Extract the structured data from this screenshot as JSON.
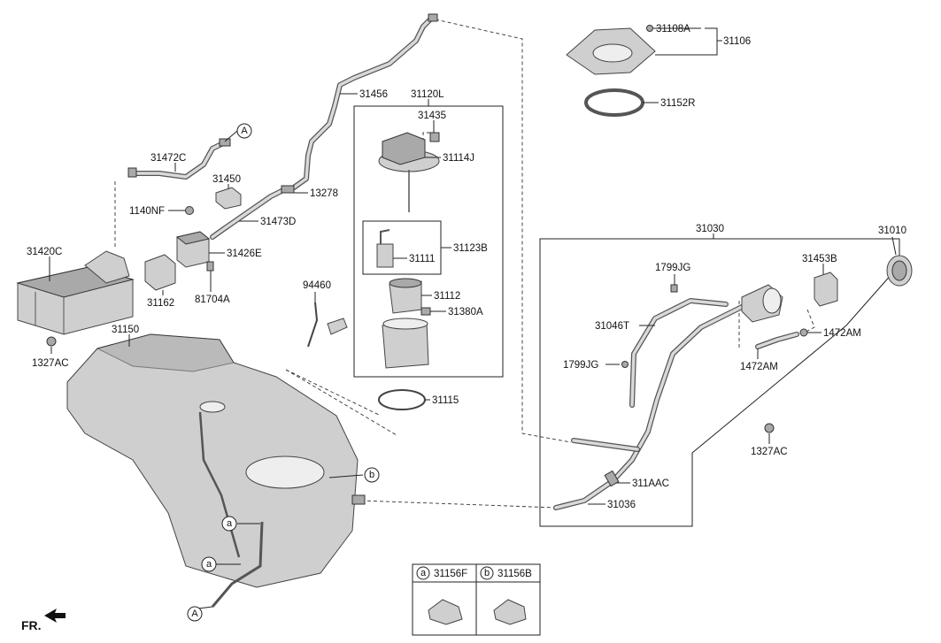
{
  "labels": {
    "p31108A": "31108A",
    "p31106": "31106",
    "p31152R": "31152R",
    "p31456": "31456",
    "p31120L": "31120L",
    "p31435": "31435",
    "p31114J": "31114J",
    "p13278": "13278",
    "p31472C": "31472C",
    "p31450": "31450",
    "p1140NF": "1140NF",
    "p31473D": "31473D",
    "p31420C": "31420C",
    "p31426E": "31426E",
    "p31162": "31162",
    "p81704A": "81704A",
    "p31123B": "31123B",
    "p31111": "31111",
    "p94460": "94460",
    "p31112": "31112",
    "p31380A": "31380A",
    "p31150": "31150",
    "p1327AC_left": "1327AC",
    "p31115": "31115",
    "p31030": "31030",
    "p31010": "31010",
    "p1799JG_top": "1799JG",
    "p31453B": "31453B",
    "p31046T": "31046T",
    "p1472AM_right": "1472AM",
    "p1799JG_left": "1799JG",
    "p1472AM_mid": "1472AM",
    "p1327AC_right": "1327AC",
    "p311AAC": "311AAC",
    "p31036": "31036"
  },
  "callouts": {
    "a": "a",
    "b": "b",
    "A": "A"
  },
  "legend": {
    "a_letter": "a",
    "a_part": "31156F",
    "b_letter": "b",
    "b_part": "31156B"
  },
  "direction": "FR."
}
